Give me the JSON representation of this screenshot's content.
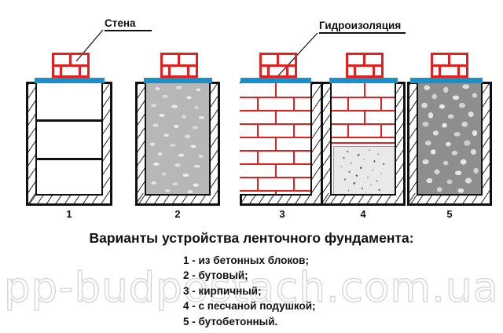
{
  "labels": {
    "wall": "Стена",
    "waterproofing": "Гидроизоляция"
  },
  "title": "Варианты устройства ленточного фундамента:",
  "legend": [
    "1 - из бетонных блоков;",
    "2 - бутовый;",
    "3 - кирпичный;",
    "4 - с песчаной подушкой;",
    "5 - бутобетонный."
  ],
  "watermark": "pp-budpostach.com.ua",
  "columns": [
    {
      "number": "1",
      "fill": "concrete-blocks"
    },
    {
      "number": "2",
      "fill": "rubble-stone"
    },
    {
      "number": "3",
      "fill": "brick"
    },
    {
      "number": "4",
      "fill": "brick-on-sand-cushion"
    },
    {
      "number": "5",
      "fill": "rubble-concrete"
    }
  ],
  "colors": {
    "brick_red": "#e41f1f",
    "waterproofing_blue": "#1a8fc8",
    "outline_black": "#111111",
    "soil_hatch": "#3a3a3a",
    "watermark_gray": "#d8d8d8"
  }
}
